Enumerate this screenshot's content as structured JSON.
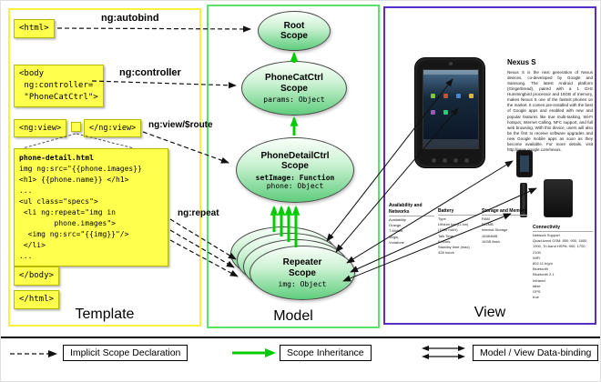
{
  "template": {
    "panel_label": "Template",
    "autobind_label": "ng:autobind",
    "controller_label": "ng:controller",
    "view_route_label": "ng:view/$route",
    "repeat_label": "ng:repeat",
    "html_open": "<html>",
    "body_open_lines": [
      "<body",
      " ng:controller=",
      " \"PhoneCatCtrl\">"
    ],
    "ngview_open": "<ng:view>",
    "ngview_close": "</ng:view>",
    "code_title": "phone-detail.html",
    "code_lines": [
      "img ng:src=\"{{phone.images}}",
      "<h1> {{phone.name}} </h1>",
      "...",
      "<ul class=\"specs\">",
      " <li ng:repeat=\"img in",
      "        phone.images\">",
      "  <img ng:src=\"{{img}}\"/>",
      " </li>",
      "..."
    ],
    "body_close": "</body>",
    "html_close": "</html>"
  },
  "model": {
    "panel_label": "Model",
    "root": {
      "title_lines": [
        "Root",
        "Scope"
      ]
    },
    "phonecat": {
      "title_lines": [
        "PhoneCatCtrl",
        "Scope"
      ],
      "props": [
        "params: Object"
      ]
    },
    "phonedetail": {
      "title_lines": [
        "PhoneDetailCtrl",
        "Scope"
      ],
      "prop_bold": "setImage: Function",
      "prop": "phone: Object"
    },
    "repeater": {
      "title_lines": [
        "Repeater",
        "Scope"
      ],
      "props": [
        "img: Object"
      ]
    }
  },
  "view": {
    "panel_label": "View",
    "product_title": "Nexus S",
    "description": "Nexus S is the next generation of Nexus devices, co-developed by Google and Samsung. The latest Android platform (Gingerbread), paired with a 1 GHz Hummingbird processor and 16GB of memory, makes Nexus S one of the fastest phones on the market. It comes pre-installed with the best of Google apps and enabled with new and popular features like true multi-tasking, Wi-Fi hotspot, Internet Calling, NFC support, and full web browsing. With this device, users will also be the first to receive software upgrades and new Google mobile apps as soon as they become available. For more details, visit http://www.google.com/nexus.",
    "specs": {
      "col1": {
        "header": "Availability and Networks",
        "lines": [
          "Availability",
          "Orange,",
          "T-Mobile,",
          "Virgin,",
          "Vodafone"
        ]
      },
      "col2": {
        "header": "Battery",
        "lines": [
          "Type",
          "Lithium Ion (Li-Ion) (1500 mAH)",
          "Talk Time",
          "6 hours",
          "Standby time (max)",
          "428 hours"
        ]
      },
      "col3": {
        "header": "Storage and Memory",
        "lines": [
          "RAM",
          "512MB",
          "Internal Storage",
          "16384MB",
          "16GB flash"
        ]
      },
      "col4": {
        "header": "Connectivity",
        "lines": [
          "Network Support",
          "Quad-band GSM: 850, 900, 1800, 1900, Tri-band HSPA: 900, 1700, 2100",
          "WiFi",
          "802.11 b/g/n",
          "Bluetooth",
          "Bluetooth 2.1",
          "Infrared",
          "false",
          "GPS",
          "true"
        ]
      }
    }
  },
  "legend": {
    "implicit_label": "Implicit Scope Declaration",
    "inheritance_label": "Scope Inheritance",
    "databinding_label": "Model / View Data-binding"
  },
  "colors": {
    "template_border": "#f6f23d",
    "model_border": "#58e46c",
    "view_border": "#5a2ec6",
    "code_box_bg": "#ffff4d",
    "scope_gradient_bottom": "#5fcd7d",
    "inheritance_arrow": "#00cc00",
    "arrow_black": "#111111"
  }
}
